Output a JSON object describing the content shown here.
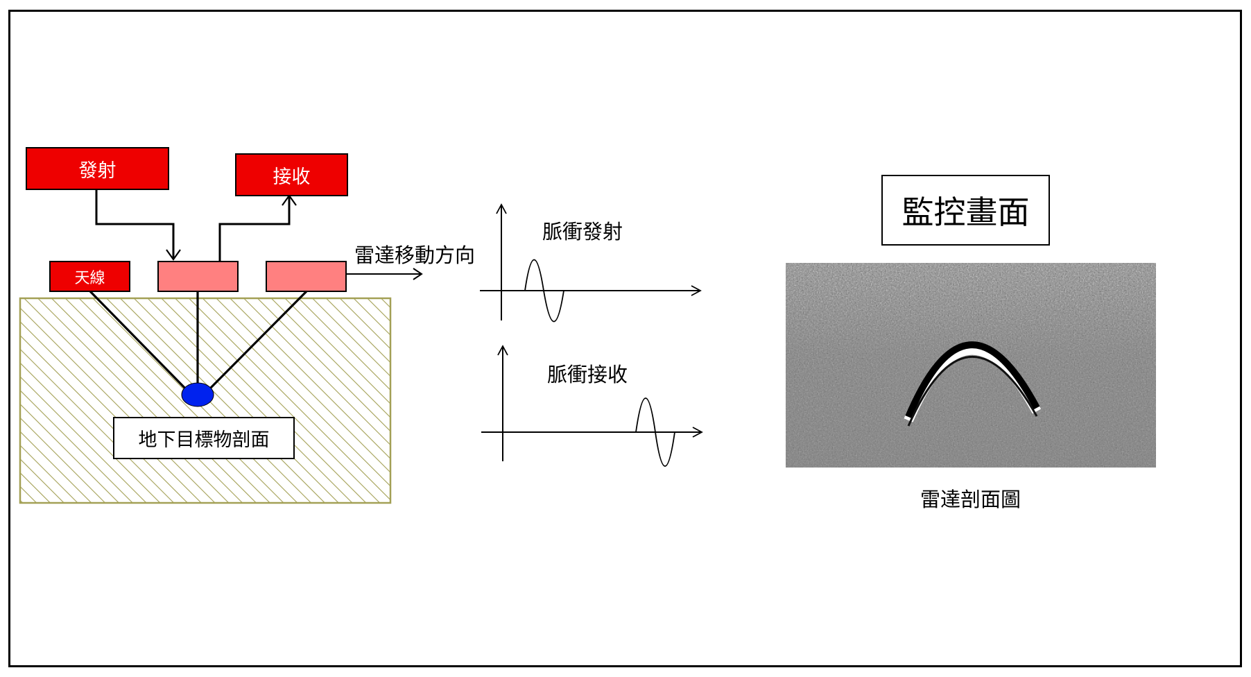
{
  "colors": {
    "box_red": "#ee0000",
    "box_pink": "#ff8080",
    "target_blue": "#0022ee",
    "ground_hatch": "#a3a055"
  },
  "labels": {
    "transmit": "發射",
    "receive": "接收",
    "antenna": "天線",
    "move_direction": "雷達移動方向",
    "underground_section": "地下目標物剖面",
    "pulse_transmit": "脈衝發射",
    "pulse_receive": "脈衝接收",
    "monitor_screen": "監控畫面",
    "radar_profile": "雷達剖面圖"
  }
}
